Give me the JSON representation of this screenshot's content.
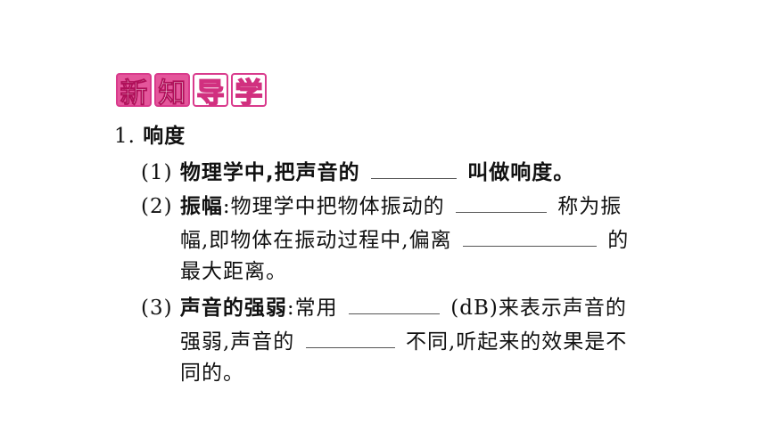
{
  "heading": [
    "新",
    "知",
    "导",
    "学"
  ],
  "item1": {
    "number": "1.",
    "title": "响度"
  },
  "p1": {
    "label": "(1)",
    "pre": "物理学中,把声音的",
    "post": "叫做响度。"
  },
  "p2": {
    "label": "(2)",
    "term": "振幅",
    "colon": ":",
    "line1_pre": "物理学中把物体振动的",
    "line1_post": "称为振",
    "line2_pre": "幅,即物体在振动过程中,偏离",
    "line2_post": "的",
    "line3": "最大距离。"
  },
  "p3": {
    "label": "(3)",
    "term": "声音的强弱",
    "colon": ":",
    "line1_pre": "常用",
    "line1_post": "(dB)来表示声音的",
    "line2_pre": "强弱,声音的",
    "line2_post": "不同,听起来的效果是不",
    "line3": "同的。"
  }
}
